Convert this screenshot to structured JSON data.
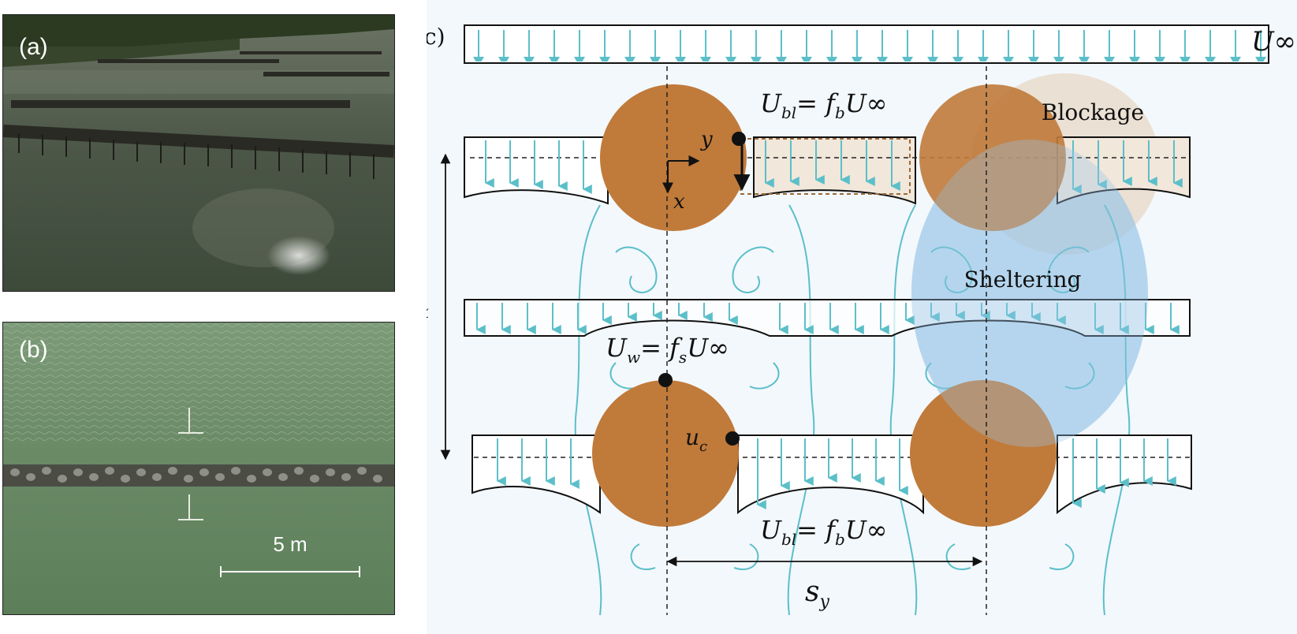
{
  "panels": {
    "a": {
      "label": "(a)"
    },
    "b": {
      "label": "(b)",
      "scale_bar_label": "5 m"
    },
    "c": {
      "label": "(c)"
    }
  },
  "diagram": {
    "u_inf": "U∞",
    "u_bl_top": "U",
    "u_bl_top_sub": "bl",
    "u_bl_top_rhs": "= f",
    "u_bl_top_rhs_sub": "b",
    "u_bl_top_tail": "U∞",
    "u_w": "U",
    "u_w_sub": "w",
    "u_w_rhs": "= f",
    "u_w_rhs_sub": "s",
    "u_w_tail": "U∞",
    "u_bl_bottom": "U",
    "u_bl_bottom_sub": "bl",
    "u_bl_bottom_rhs": "= f",
    "u_bl_bottom_rhs_sub": "b",
    "u_bl_bottom_tail": "U∞",
    "axis_x": "x",
    "axis_y": "y",
    "s_x": "s",
    "s_x_sub": "x",
    "s_y": "s",
    "s_y_sub": "y",
    "u_c": "u",
    "u_c_sub": "c",
    "blockage": "Blockage",
    "sheltering": "Sheltering"
  },
  "colors": {
    "arrow": "#5bbfc9",
    "cylinder": "#c07a3a",
    "blockage_zone": "#e8dccb",
    "sheltering_zone": "#9cc6e8",
    "background_c": "#f3f8fc",
    "water_a": "#4f5a4a",
    "water_b": "#6f8f6a"
  }
}
